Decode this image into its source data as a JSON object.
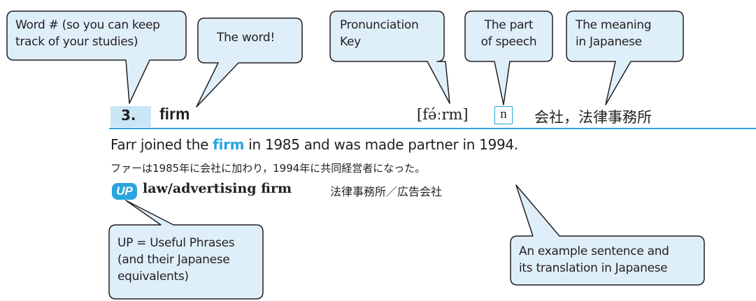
{
  "colors": {
    "accent": "#2aa5de",
    "bubble_fill": "#dfeff9",
    "number_band": "#c9e6f7",
    "text": "#231f20"
  },
  "callouts": {
    "word_number": [
      "Word # (so you can keep",
      "track of your studies)"
    ],
    "the_word": "The word!",
    "pronunciation_key": [
      "Pronunciation",
      "Key"
    ],
    "part_of_speech": [
      "The part",
      "of speech"
    ],
    "meaning": [
      "The meaning",
      "in Japanese"
    ],
    "useful_phrases": [
      "UP = Useful Phrases",
      "(and their Japanese",
      "equivalents)"
    ],
    "example_sentence": [
      "An example sentence and",
      "its translation in Japanese"
    ]
  },
  "entry": {
    "number": "3.",
    "word": "firm",
    "pronunciation": "[fə́ːrm]",
    "part_of_speech": "n",
    "meaning_ja": "会社，法律事務所",
    "sentence_before": "Farr joined the ",
    "sentence_highlight": "firm",
    "sentence_after": " in 1985 and was made partner in 1994.",
    "translation_ja": "ファーは1985年に会社に加わり，1994年に共同経営者になった。",
    "up_label": "UP",
    "phrase": "law/advertising firm",
    "phrase_ja": "法律事務所／広告会社"
  }
}
